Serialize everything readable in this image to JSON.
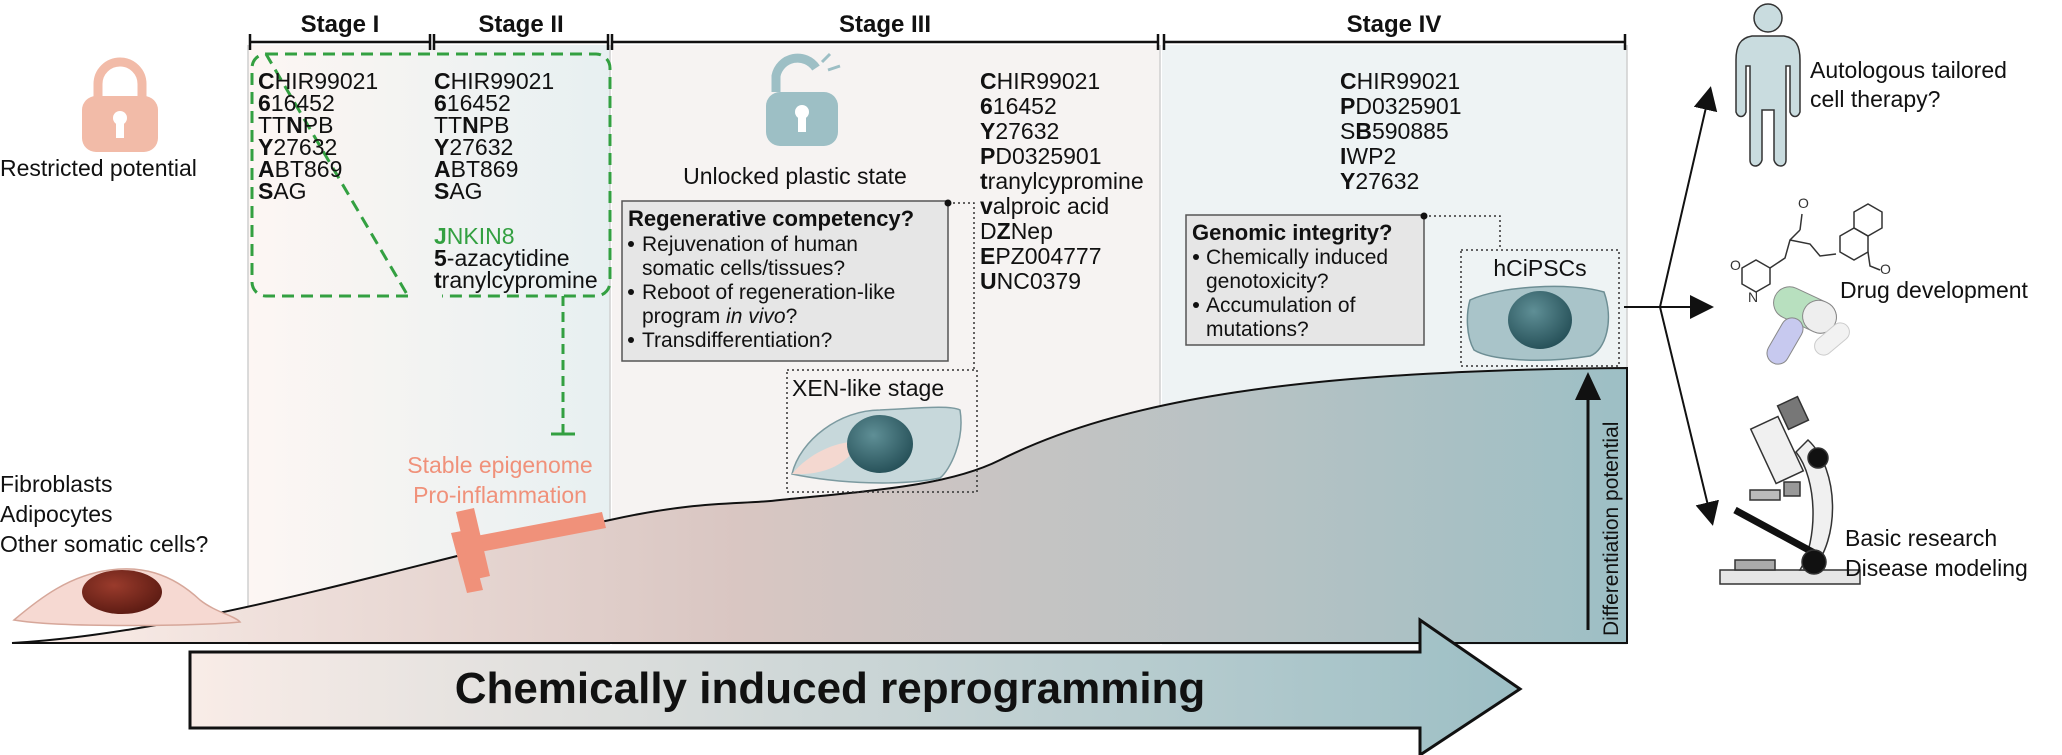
{
  "stages": [
    "Stage I",
    "Stage II",
    "Stage III",
    "Stage IV"
  ],
  "left": {
    "restricted_potential": "Restricted potential",
    "somatic_cells": [
      "Fibroblasts",
      "Adipocytes",
      "Other somatic cells?"
    ]
  },
  "stage1_compounds": [
    {
      "b": "C",
      "r": "HIR99021"
    },
    {
      "b": "6",
      "r": "16452"
    },
    {
      "p": "TT",
      "b": "N",
      "r": "PB"
    },
    {
      "b": "Y",
      "r": "27632"
    },
    {
      "b": "A",
      "r": "BT869"
    },
    {
      "b": "S",
      "r": "AG"
    }
  ],
  "stage2_compounds": [
    {
      "b": "C",
      "r": "HIR99021"
    },
    {
      "b": "6",
      "r": "16452"
    },
    {
      "p": "TT",
      "b": "N",
      "r": "PB"
    },
    {
      "b": "Y",
      "r": "27632"
    },
    {
      "b": "A",
      "r": "BT869"
    },
    {
      "b": "S",
      "r": "AG"
    }
  ],
  "stage2_extra": {
    "jnkin8": {
      "b": "J",
      "r": "NKIN8"
    },
    "others": [
      {
        "b": "5",
        "r": "-azacytidine"
      },
      {
        "b": "t",
        "r": "ranylcypromine"
      }
    ]
  },
  "barriers": [
    "Stable epigenome",
    "Pro-inflammation"
  ],
  "stage3": {
    "unlocked": "Unlocked plastic state",
    "compounds": [
      {
        "b": "C",
        "r": "HIR99021"
      },
      {
        "b": "6",
        "r": "16452"
      },
      {
        "b": "Y",
        "r": "27632"
      },
      {
        "b": "P",
        "r": "D0325901"
      },
      {
        "b": "t",
        "r": "ranylcypromine"
      },
      {
        "b": "v",
        "r": "alproic acid"
      },
      {
        "p": "D",
        "b": "Z",
        "r": "Nep"
      },
      {
        "b": "E",
        "r": "PZ004777"
      },
      {
        "b": "U",
        "r": "NC0379"
      }
    ],
    "question_title": "Regenerative competency?",
    "questions": [
      "Rejuvenation of human",
      "somatic cells/tissues?",
      "Reboot of regeneration-like",
      "program ",
      "in vivo",
      "?",
      "Transdifferentiation?"
    ],
    "xen_label": "XEN-like stage"
  },
  "stage4": {
    "compounds": [
      {
        "b": "C",
        "r": "HIR99021"
      },
      {
        "b": "P",
        "r": "D0325901"
      },
      {
        "p": "S",
        "b": "B",
        "r": "590885"
      },
      {
        "b": "I",
        "r": "WP2"
      },
      {
        "b": "Y",
        "r": "27632"
      }
    ],
    "question_title": "Genomic integrity?",
    "questions": [
      "Chemically induced",
      "genotoxicity?",
      "Accumulation of",
      "mutations?"
    ],
    "hcipsc_label": "hCiPSCs"
  },
  "differentiation_potential": "Differentiation potential",
  "main_arrow": "Chemically induced reprogramming",
  "applications": {
    "therapy": [
      "Autologous tailored",
      "cell therapy?"
    ],
    "drug": "Drug development",
    "research": [
      "Basic research",
      "Disease modeling"
    ]
  },
  "colors": {
    "green": "#33a041",
    "salmon": "#f0917a",
    "teal": "#9dbfc5"
  }
}
